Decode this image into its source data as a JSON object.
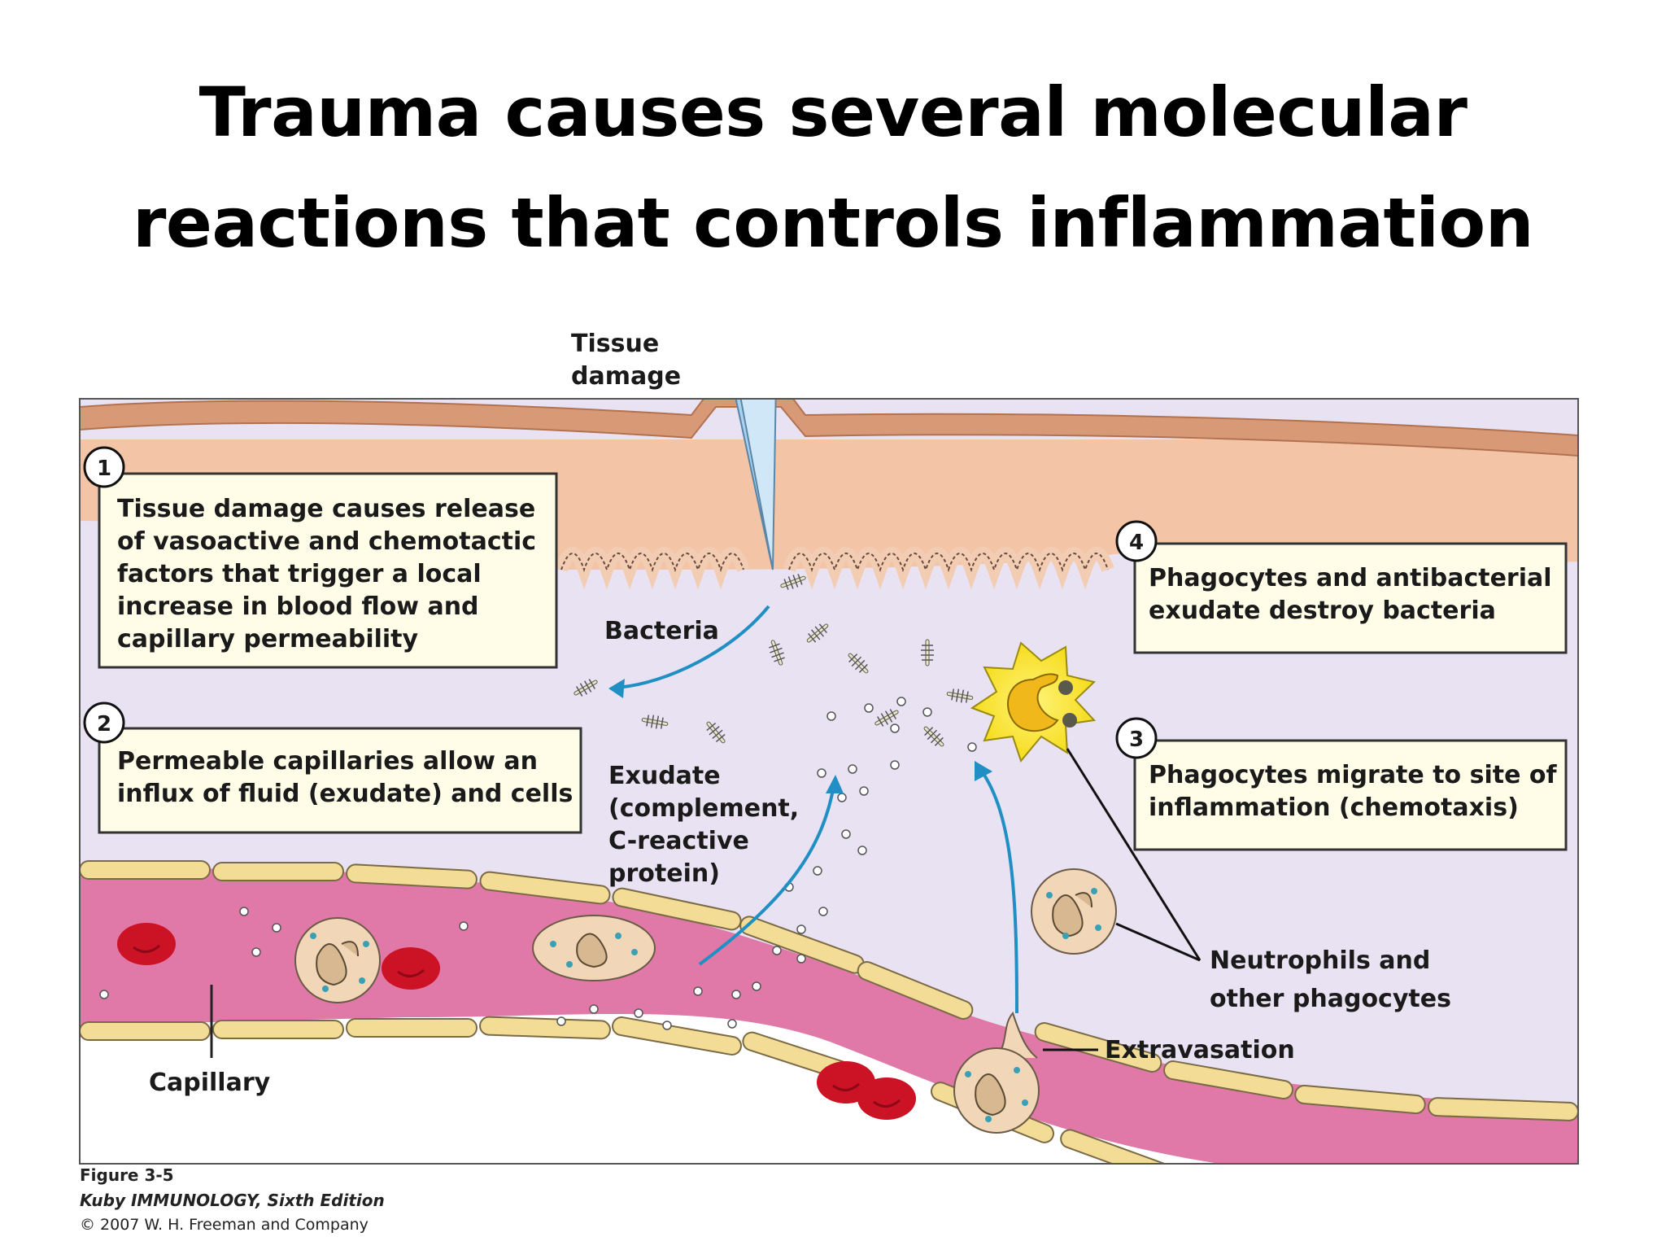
{
  "title": {
    "line1": "Trauma causes several molecular",
    "line2": "reactions that controls inflammation"
  },
  "labels": {
    "tissue_damage_1": "Tissue",
    "tissue_damage_2": "damage",
    "bacteria": "Bacteria",
    "exudate_1": "Exudate",
    "exudate_2": "(complement,",
    "exudate_3": "C-reactive",
    "exudate_4": "protein)",
    "capillary": "Capillary",
    "extravasation": "Extravasation",
    "neutrophils_1": "Neutrophils and",
    "neutrophils_2": "other phagocytes"
  },
  "steps": [
    {
      "number": "1",
      "lines": [
        "Tissue damage causes release",
        "of vasoactive and chemotactic",
        "factors that trigger a local",
        "increase in blood flow and",
        "capillary permeability"
      ]
    },
    {
      "number": "2",
      "lines": [
        "Permeable capillaries allow an",
        "influx of fluid (exudate) and cells"
      ]
    },
    {
      "number": "3",
      "lines": [
        "Phagocytes migrate to site of",
        "inflammation (chemotaxis)"
      ]
    },
    {
      "number": "4",
      "lines": [
        "Phagocytes and antibacterial",
        "exudate destroy bacteria"
      ]
    }
  ],
  "caption": {
    "figure": "Figure 3-5",
    "book": "Kuby IMMUNOLOGY, Sixth Edition",
    "copyright": "© 2007 W. H. Freeman and Company"
  },
  "colors": {
    "tissue": "#f3c4a6",
    "skin": "#d89a76",
    "interstitial": "#e9e2f2",
    "blood": "#e079a8",
    "endothelium": "#f3dd96",
    "rbc": "#cc1225",
    "arrow": "#1f8fc4",
    "phagocyte": "#f7e11e",
    "neutrophil": "#f1d7b8"
  }
}
